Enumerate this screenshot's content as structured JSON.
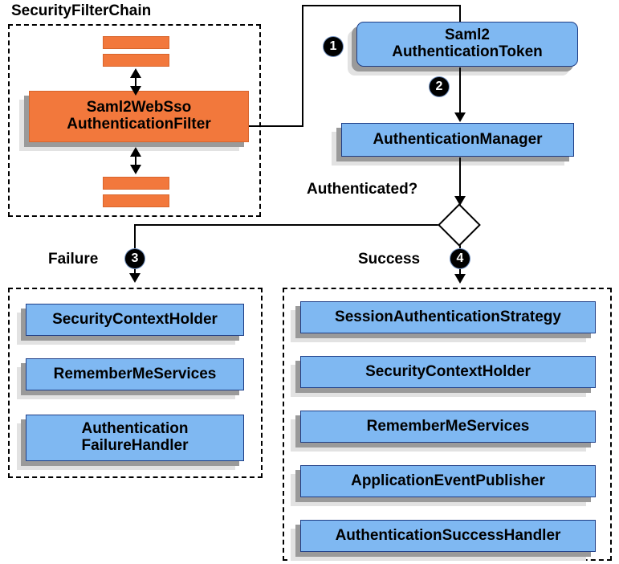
{
  "diagram": {
    "title": "SecurityFilterChain",
    "filter_chain": {
      "label": "SecurityFilterChain",
      "main_filter": "Saml2WebSso\nAuthenticationFilter",
      "filter_bars_above": 2,
      "filter_bars_below": 2
    },
    "flow": {
      "token_node": "Saml2\nAuthenticationToken",
      "manager_node": "AuthenticationManager",
      "decision_label": "Authenticated?",
      "decision_shape": "diamond",
      "failure_label": "Failure",
      "success_label": "Success"
    },
    "badges": {
      "one": "1",
      "two": "2",
      "three": "3",
      "four": "4"
    },
    "failure_branch": {
      "label": "Failure",
      "badge": "3",
      "nodes": [
        "SecurityContextHolder",
        "RememberMeServices",
        "Authentication\nFailureHandler"
      ]
    },
    "success_branch": {
      "label": "Success",
      "badge": "4",
      "nodes": [
        "SessionAuthenticationStrategy",
        "SecurityContextHolder",
        "RememberMeServices",
        "ApplicationEventPublisher",
        "AuthenticationSuccessHandler"
      ]
    },
    "colors": {
      "blue_fill": "#7FB8F2",
      "blue_border": "#1F3E86",
      "orange_fill": "#F2783C",
      "orange_border": "#D8652C",
      "shadow_dark": "#9A9A9A",
      "shadow_light": "#E2E2E2",
      "stroke": "#000000",
      "background": "#FFFFFF"
    }
  }
}
